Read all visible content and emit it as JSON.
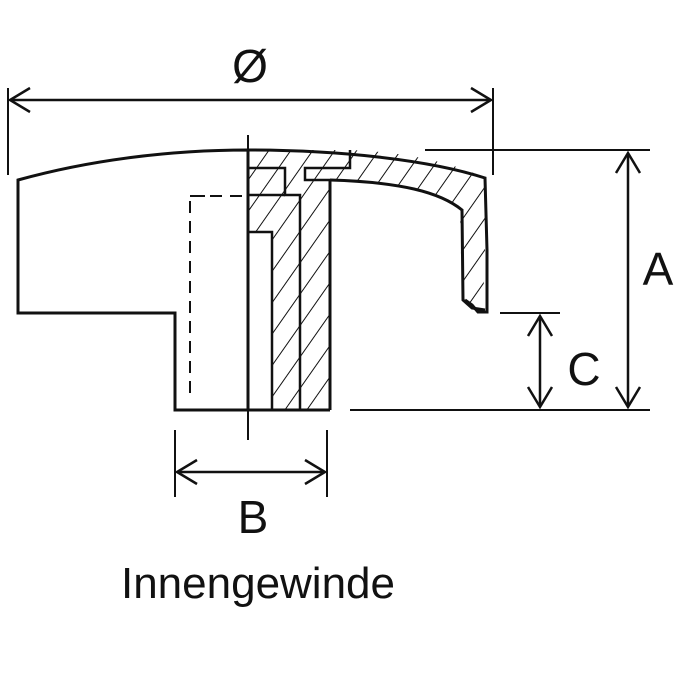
{
  "labels": {
    "diameter": "Ø",
    "height_total": "A",
    "bore_diameter": "B",
    "hub_height": "C",
    "caption": "Innengewinde"
  },
  "colors": {
    "line": "#111111",
    "background": "#ffffff"
  }
}
